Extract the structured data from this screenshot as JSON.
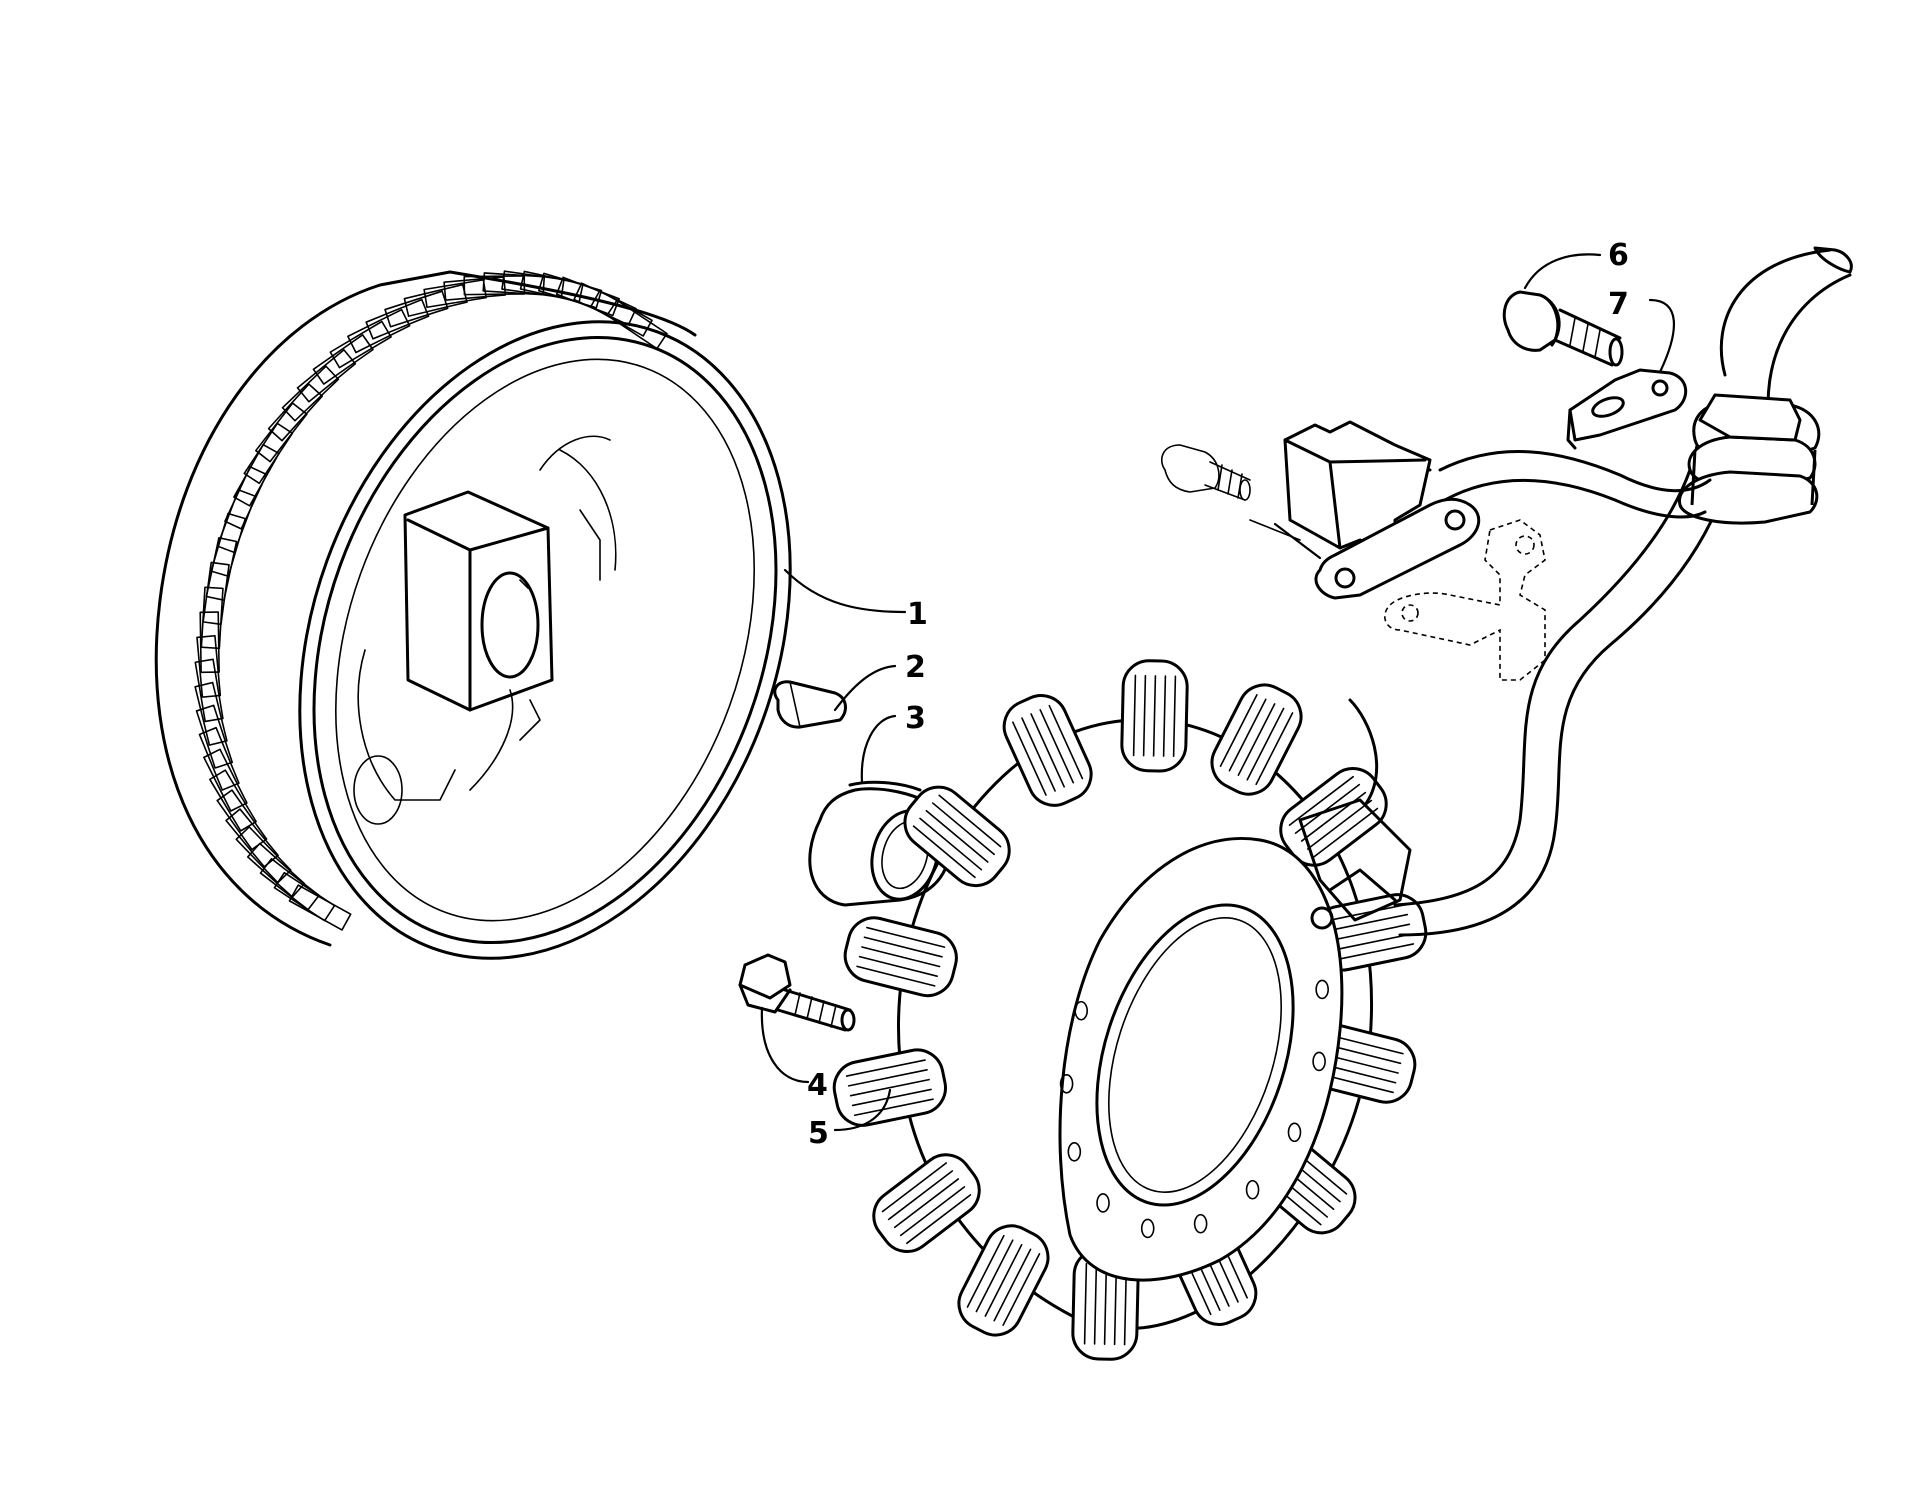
{
  "callouts": [
    {
      "id": "1",
      "text": "1"
    },
    {
      "id": "2",
      "text": "2"
    },
    {
      "id": "3",
      "text": "3"
    },
    {
      "id": "4",
      "text": "4"
    },
    {
      "id": "5",
      "text": "5"
    },
    {
      "id": "6",
      "text": "6"
    },
    {
      "id": "7",
      "text": "7"
    }
  ],
  "style": {
    "stroke": "#000000",
    "background": "#ffffff"
  }
}
